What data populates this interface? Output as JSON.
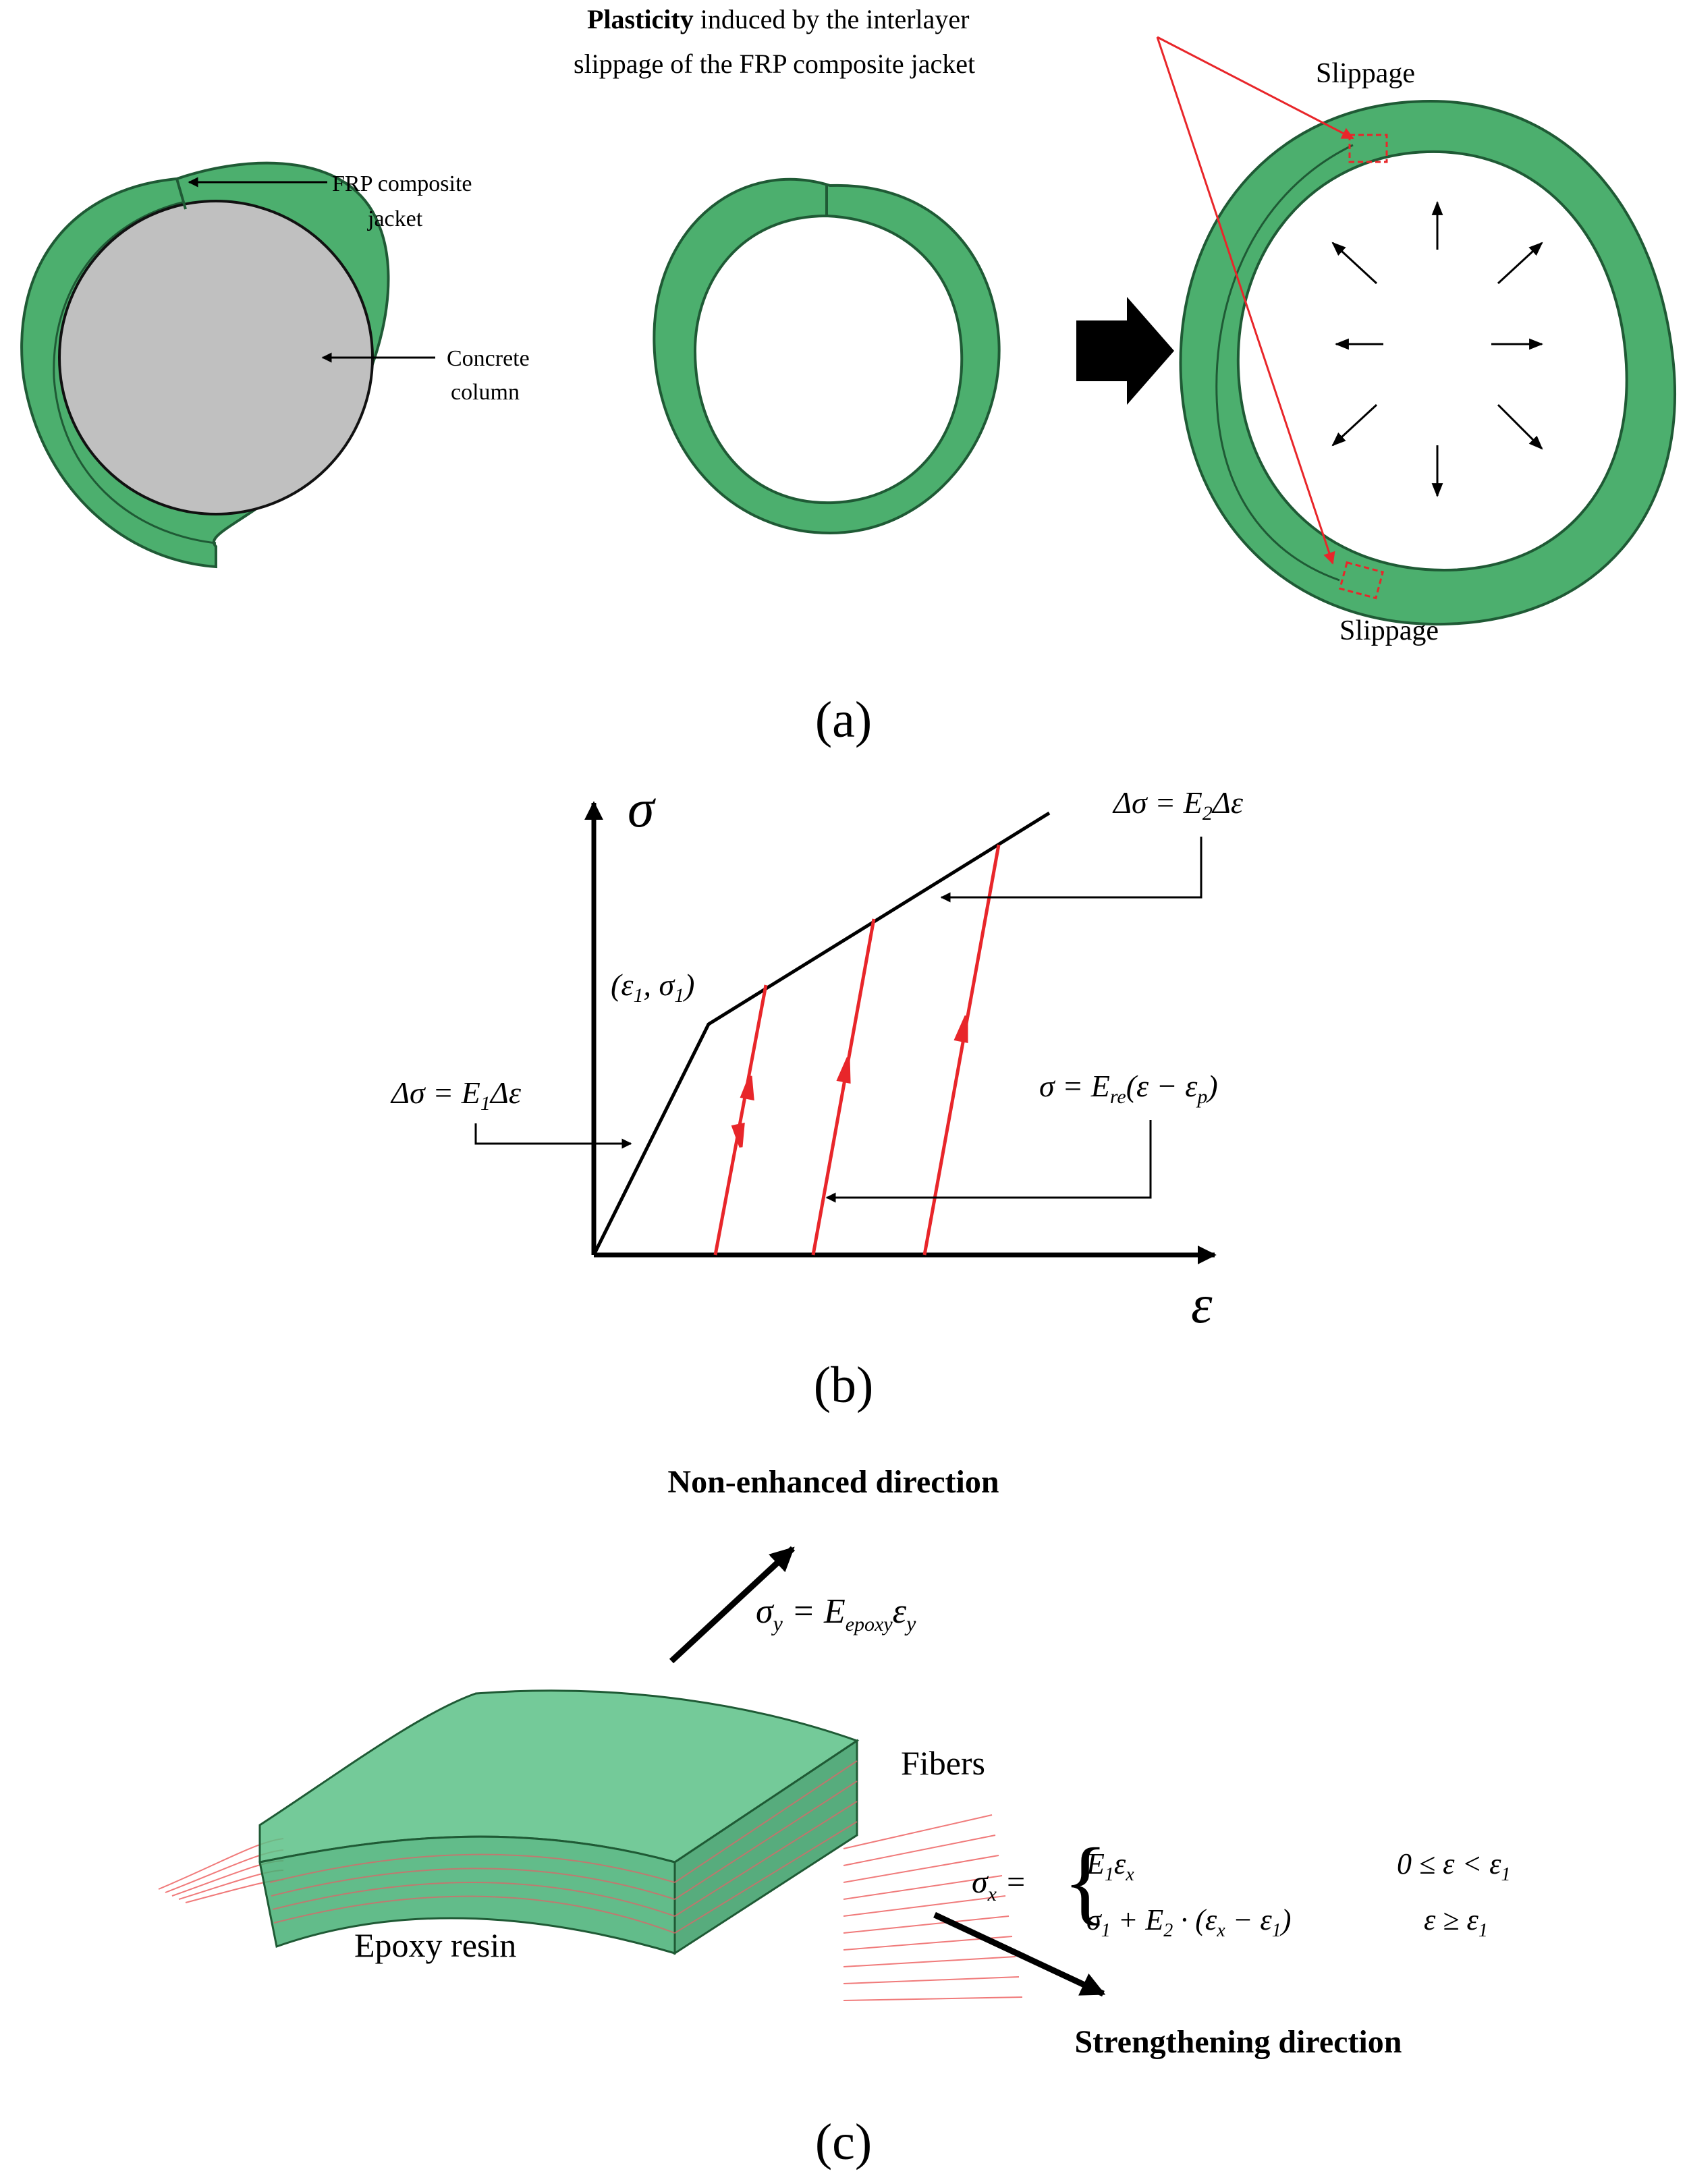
{
  "colors": {
    "jacket_green": "#4caf6e",
    "jacket_outline": "#1f5a35",
    "concrete_gray": "#c0c0c0",
    "annotation_red": "#e8262a",
    "block_green": "#3fb36d",
    "fiber_red": "#f07a7a",
    "ink": "#000000"
  },
  "panel_a": {
    "caption": "(a)",
    "frp_label_line1": "FRP composite",
    "frp_label_line2": "jacket",
    "concrete_label_line1": "Concrete",
    "concrete_label_line2": "column",
    "plasticity_bold": "Plasticity",
    "plasticity_rest": " induced by the interlayer",
    "plasticity_line2": "slippage of the FRP composite jacket",
    "slippage_top": "Slippage",
    "slippage_bottom": "Slippage",
    "icons": [
      "block-arrow-icon",
      "radial-pressure-arrows-icon"
    ]
  },
  "panel_b": {
    "caption": "(b)",
    "y_axis_symbol": "σ",
    "x_axis_symbol": "ε",
    "yield_point_open": "(ε",
    "yield_point_sub1": "1",
    "yield_point_mid": ", σ",
    "yield_point_sub2": "1",
    "yield_point_close": ")",
    "eq_e1_pre": "Δσ = E",
    "eq_e1_sub": "1",
    "eq_e1_post": "Δε",
    "eq_e2_pre": "Δσ = E",
    "eq_e2_sub": "2",
    "eq_e2_post": "Δε",
    "eq_re_pre": "σ = E",
    "eq_re_sub": "re",
    "eq_re_mid": "(ε − ε",
    "eq_re_sub2": "p",
    "eq_re_post": ")"
  },
  "panel_c": {
    "caption": "(c)",
    "non_enhanced_title": "Non-enhanced direction",
    "strengthening_title": "Strengthening direction",
    "fibers_label": "Fibers",
    "epoxy_label": "Epoxy resin",
    "sigma_y_pre": "σ",
    "sigma_y_sub": "y",
    "sigma_y_eq": " = E",
    "sigma_y_sub2": "epoxy",
    "sigma_y_eps": "ε",
    "sigma_y_sub3": "y",
    "sigma_x_pre": "σ",
    "sigma_x_sub": "x",
    "sigma_x_eq": " =",
    "case1_expr_a": "E",
    "case1_expr_sub": "1",
    "case1_expr_b": "ε",
    "case1_expr_sub2": "x",
    "case1_cond_a": "0 ≤ ε < ε",
    "case1_cond_sub": "1",
    "case2_expr_a": "σ",
    "case2_expr_sub": "1",
    "case2_expr_b": " + E",
    "case2_expr_sub2": "2",
    "case2_expr_c": " · (ε",
    "case2_expr_sub3": "x",
    "case2_expr_d": " − ε",
    "case2_expr_sub4": "1",
    "case2_expr_e": ")",
    "case2_cond_a": "ε ≥ ε",
    "case2_cond_sub": "1"
  }
}
